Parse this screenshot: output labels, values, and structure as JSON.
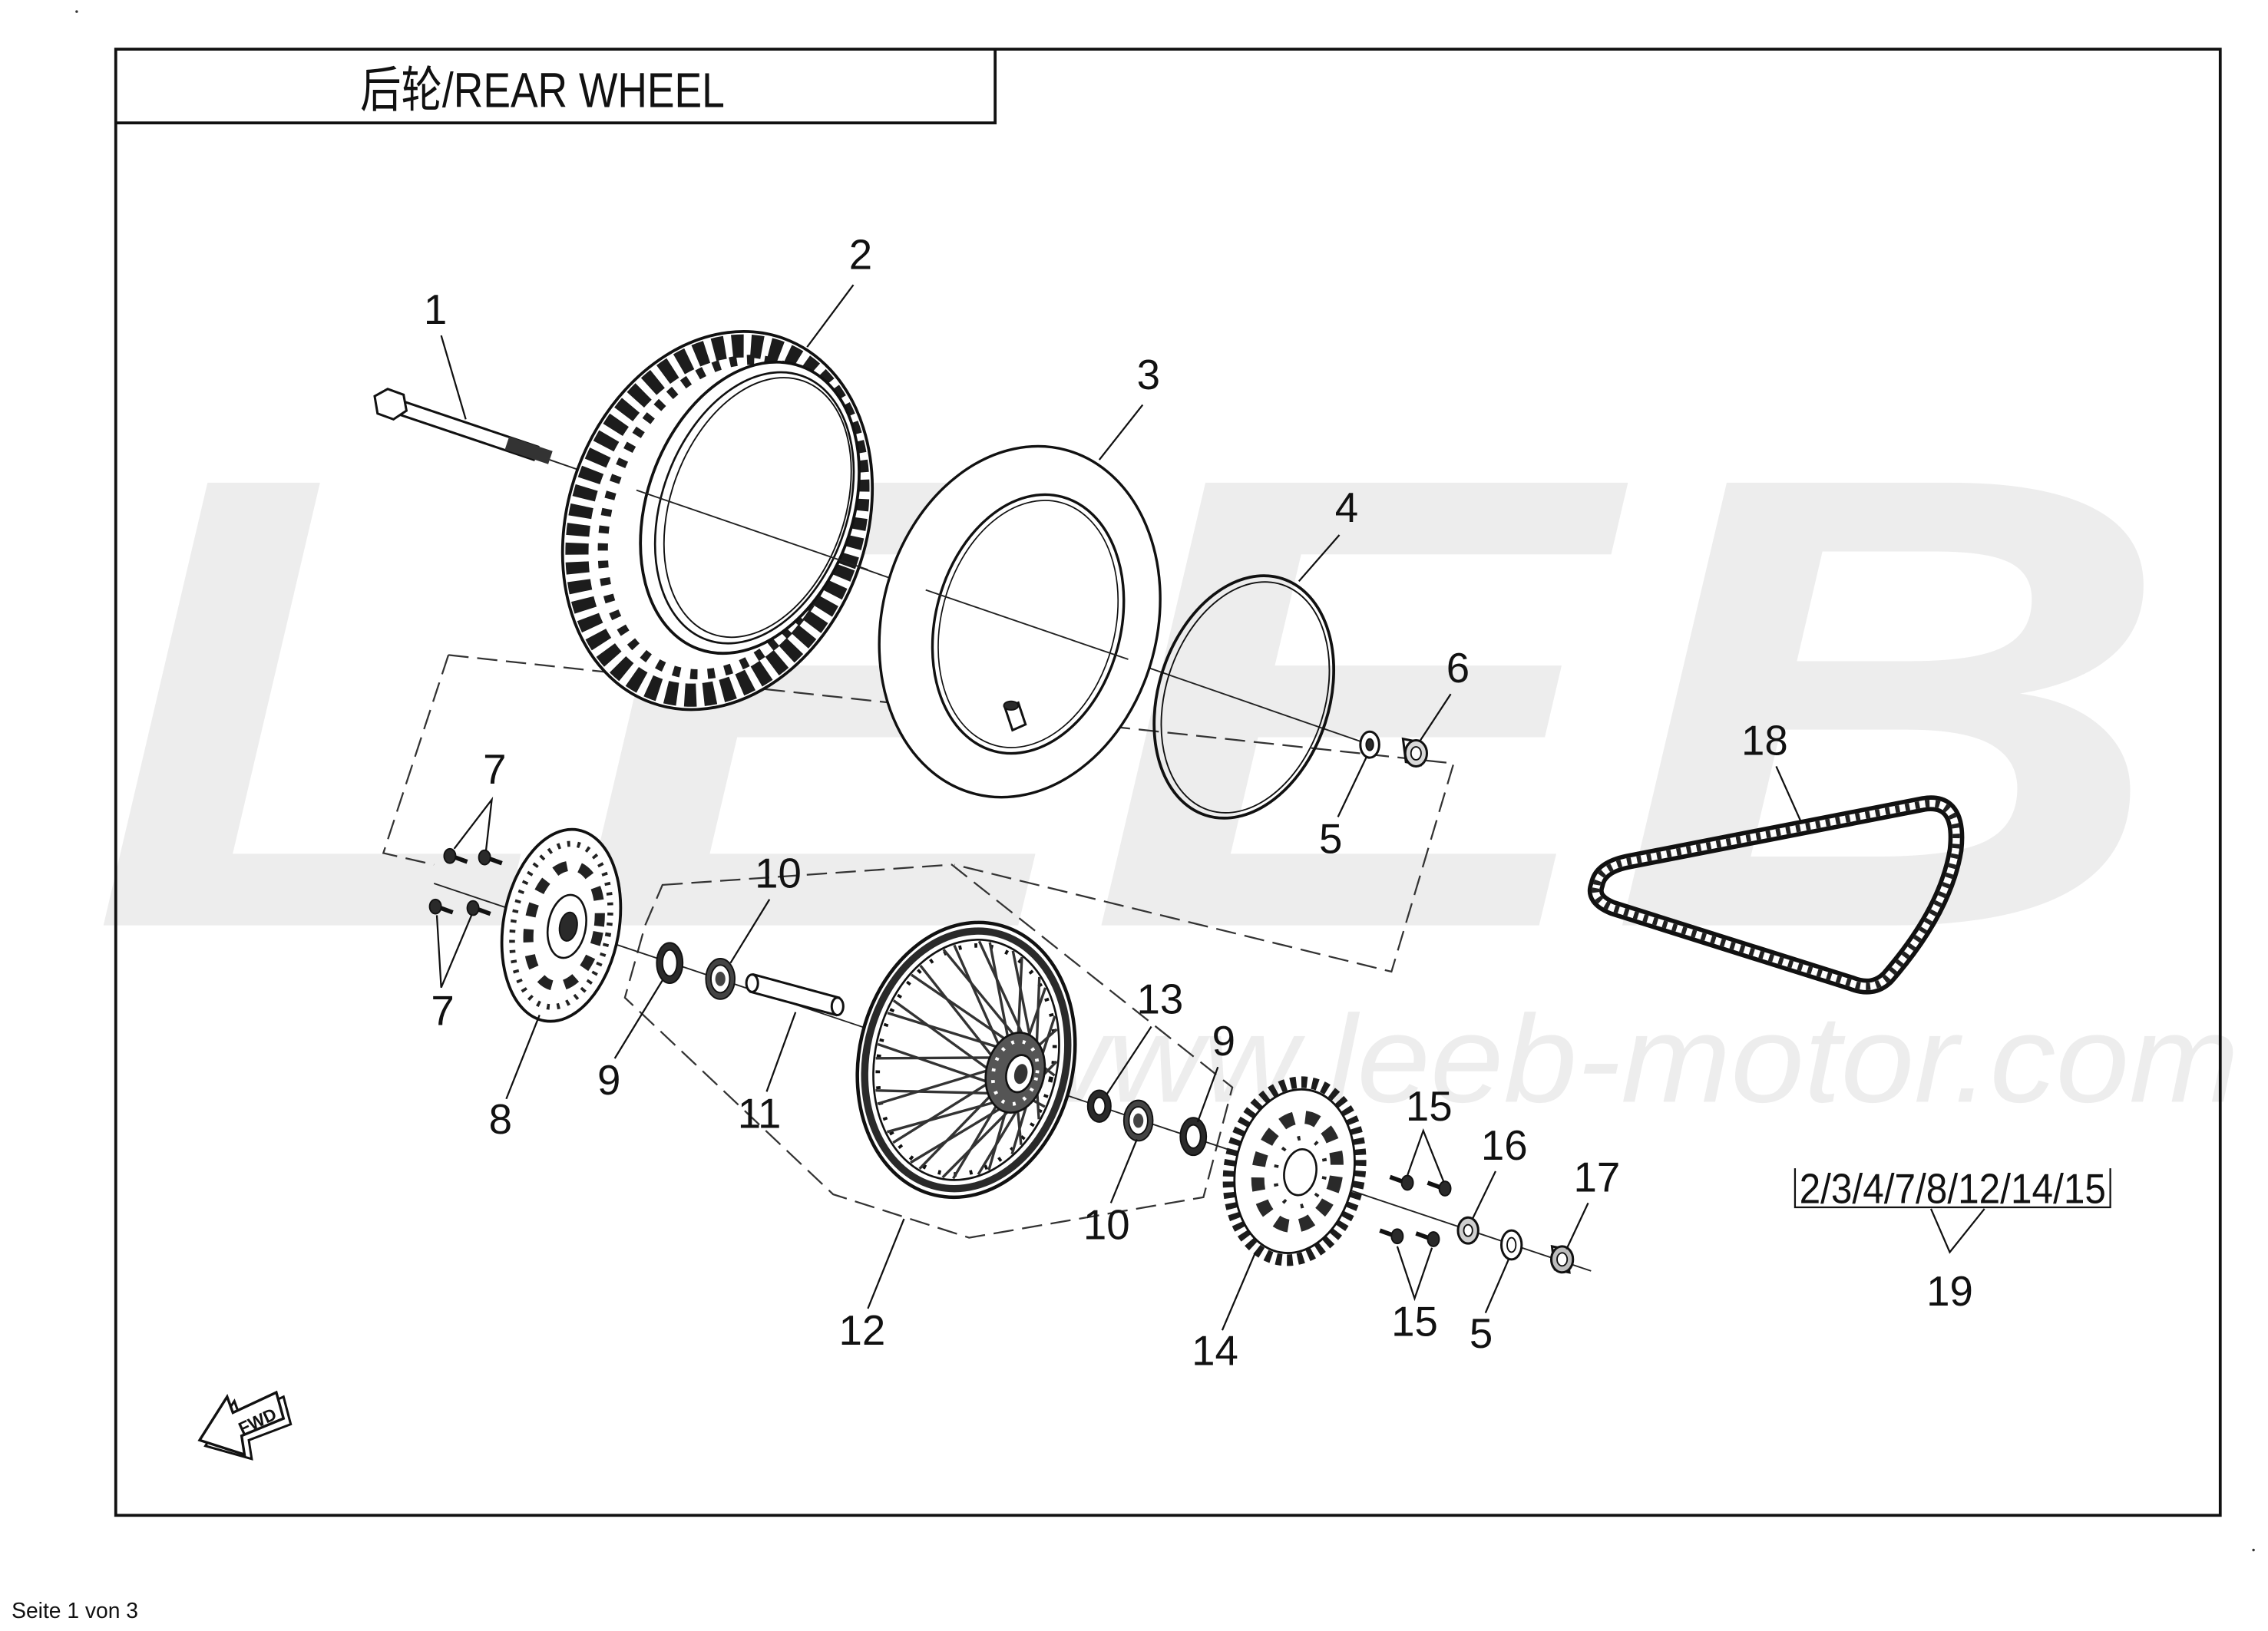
{
  "colors": {
    "line": "#111111",
    "watermark": "#ededed"
  },
  "diagram": {
    "title": "后轮/REAR WHEEL",
    "watermark_brand": "LEEB",
    "watermark_url": "www.leeb-motor.com",
    "fwd_label": "FWD",
    "callouts": [
      "1",
      "2",
      "3",
      "4",
      "5",
      "6",
      "7",
      "7",
      "8",
      "9",
      "10",
      "11",
      "12",
      "13",
      "10",
      "9",
      "14",
      "15",
      "15",
      "16",
      "5",
      "17",
      "18"
    ],
    "kit": {
      "parts": "2/3/4/7/8/12/14/15",
      "number": "19"
    }
  },
  "footer": {
    "page_info": "Seite 1 von 3"
  }
}
